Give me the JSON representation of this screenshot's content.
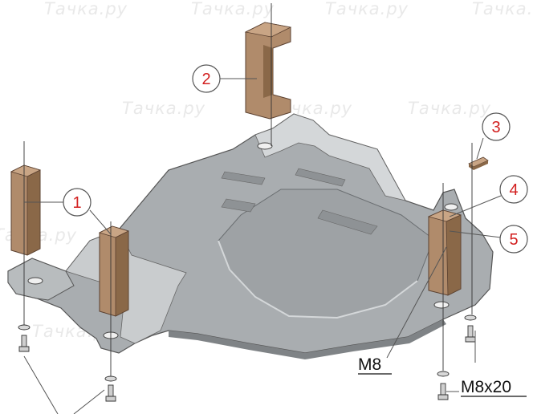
{
  "watermark": "Тачка.ру",
  "callouts": [
    {
      "id": "callout-1",
      "number": "1"
    },
    {
      "id": "callout-2",
      "number": "2"
    },
    {
      "id": "callout-3",
      "number": "3"
    },
    {
      "id": "callout-4",
      "number": "4"
    },
    {
      "id": "callout-5",
      "number": "5"
    }
  ],
  "hardware": {
    "m8": "M8",
    "m8x20": "M8x20"
  },
  "colors": {
    "plate": "#a9adb0",
    "plate_dark": "#7f8386",
    "plate_light": "#d4d7d9",
    "bracket": "#b08b6b",
    "bracket_dark": "#8a6848",
    "callout_red": "#d21f1f",
    "leader": "#555555"
  }
}
